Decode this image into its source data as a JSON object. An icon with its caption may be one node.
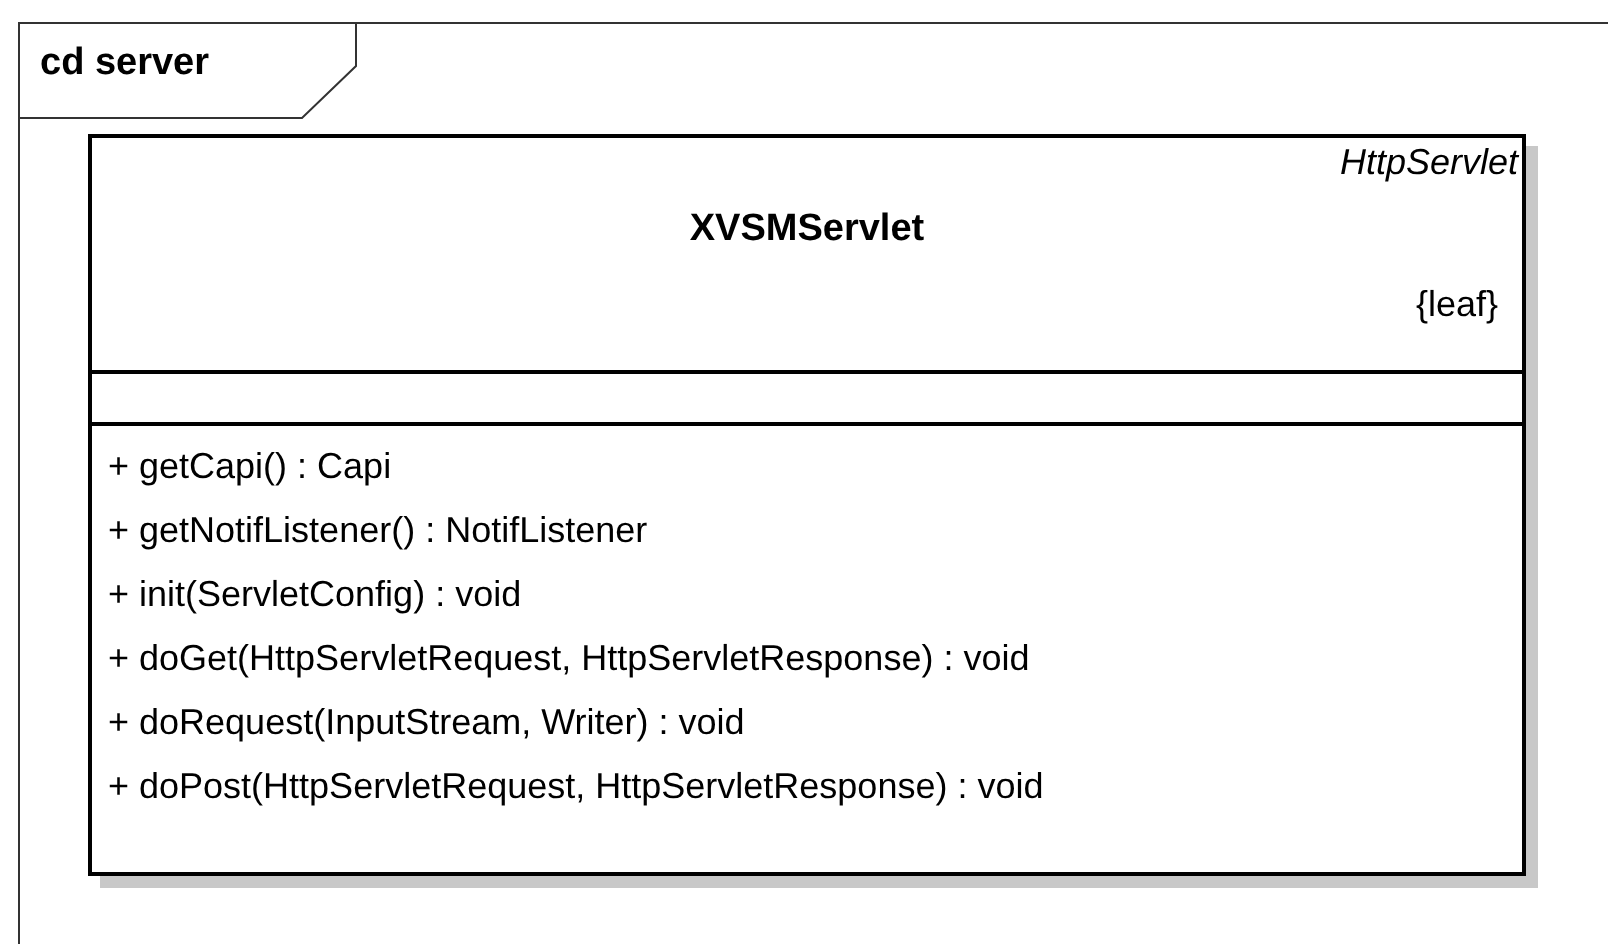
{
  "diagram": {
    "nodes": [
      {
        "text": [
          "cd server"
        ]
      },
      {
        "text": [
          "HttpServlet",
          "XVSMServlet",
          "{leaf}",
          "+ getCapi() : Capi",
          "+ getNotifListener() : NotifListener",
          "+ init(ServletConfig) : void",
          "+ doGet(HttpServletRequest, HttpServletResponse) : void",
          "+ doRequest(InputStream, Writer) : void",
          "+ doPost(HttpServletRequest, HttpServletResponse) : void"
        ],
        "in": 0
      }
    ]
  }
}
